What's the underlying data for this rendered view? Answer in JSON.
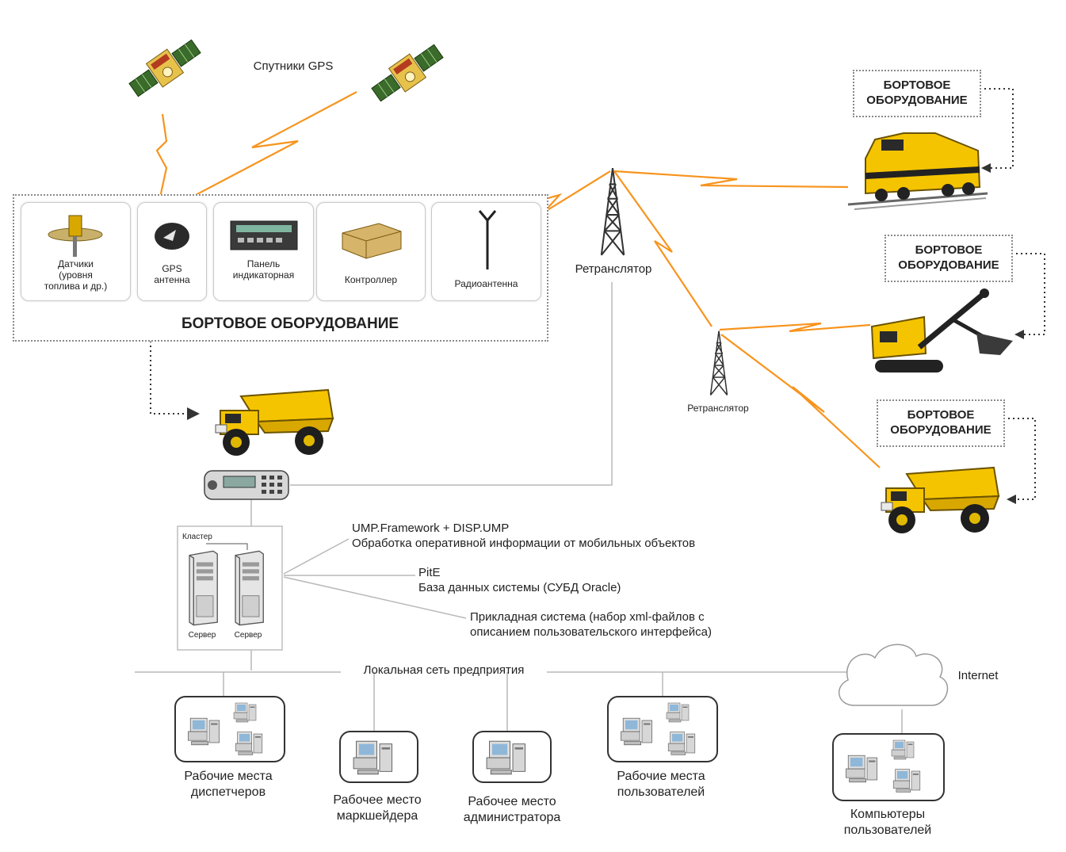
{
  "satellites_label": "Спутники GPS",
  "onboard": {
    "title": "БОРТОВОЕ ОБОРУДОВАНИЕ",
    "modules": [
      {
        "icon": "fuel-sensor-icon",
        "label": "Датчики\n(уровня\nтоплива и др.)"
      },
      {
        "icon": "gps-antenna-icon",
        "label": "GPS\nантенна"
      },
      {
        "icon": "indicator-panel-icon",
        "label": "Панель\nиндикаторная"
      },
      {
        "icon": "controller-icon",
        "label": "Контроллер"
      },
      {
        "icon": "radio-antenna-icon",
        "label": "Радиоантенна"
      }
    ]
  },
  "repeater_main": "Ретранслятор",
  "repeater_secondary": "Ретранслятор",
  "vehicles": [
    {
      "icon": "locomotive-icon",
      "label": "БОРТОВОЕ\nОБОРУДОВАНИЕ"
    },
    {
      "icon": "excavator-icon",
      "label": "БОРТОВОЕ\nОБОРУДОВАНИЕ"
    },
    {
      "icon": "dump-truck-icon",
      "label": "БОРТОВОЕ\nОБОРУДОВАНИЕ"
    }
  ],
  "cluster": {
    "title": "Кластер",
    "server1": "Сервер",
    "server2": "Сервер"
  },
  "software": [
    {
      "line1": "UMP.Framework + DISP.UMP",
      "line2": "Обработка оперативной информации от мобильных объектов"
    },
    {
      "line1": "PitE",
      "line2": "База данных системы (СУБД Oracle)"
    },
    {
      "line1": "Прикладная система (набор xml-файлов с",
      "line2": "описанием пользовательского интерфейса)"
    }
  ],
  "lan_label": "Локальная сеть предприятия",
  "internet_label": "Internet",
  "workstations": [
    {
      "label": "Рабочие места\nдиспетчеров"
    },
    {
      "label": "Рабочее место\nмаркшейдера"
    },
    {
      "label": "Рабочее место\nадминистратора"
    },
    {
      "label": "Рабочие места\nпользователей"
    },
    {
      "label": "Компьютеры\nпользователей"
    }
  ],
  "colors": {
    "link": "#f7941d",
    "vehicle": "#f5c400",
    "gray_line": "#b9b9b9"
  }
}
